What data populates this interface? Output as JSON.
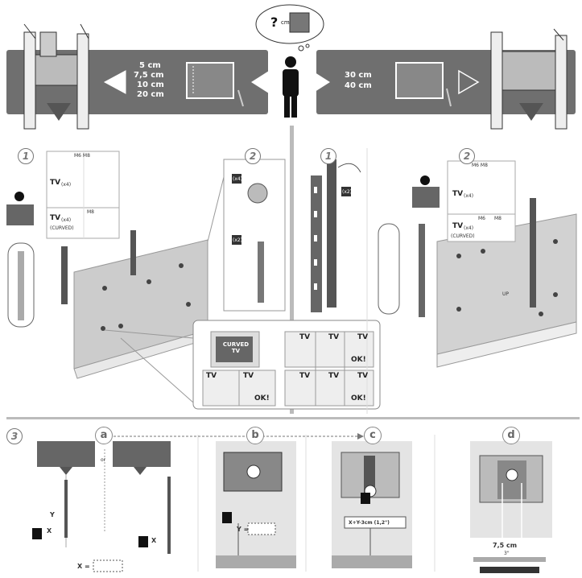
{
  "top": {
    "left_sizes": [
      "5 cm",
      "7,5 cm",
      "10 cm",
      "20 cm"
    ],
    "right_sizes": [
      "30 cm",
      "40 cm"
    ],
    "bubble_q": "?",
    "bubble_cm": "cm"
  },
  "steps": {
    "s1": "1",
    "s2": "2",
    "s3": "3"
  },
  "left_panel": {
    "col_a": "M6 M8",
    "col_b": "M8",
    "tv_label": "TV",
    "tv_x4": "(x4)",
    "tv_x4b": "(x4)",
    "tv_label_b": "TV",
    "tv_curved": "(CURVED)",
    "x4_tag": "(x4)",
    "x2_tag": "(x2)",
    "curved_tv": "CURVED TV",
    "ok1": "OK!",
    "ok2": "OK!",
    "ok3": "OK!",
    "tv_box": [
      "TV",
      "TV",
      "TV",
      "TV",
      "TV",
      "TV",
      "TV",
      "TV"
    ]
  },
  "right_panel": {
    "col_a": "M6 M8",
    "col_b": "M6",
    "col_c": "M8",
    "tv_label": "TV",
    "tv_x4": "(x4)",
    "tv_label_b": "TV",
    "tv_x4b": "(x4)",
    "tv_curved": "(CURVED)",
    "x2_tag": "(x2)",
    "up": "UP"
  },
  "bottom": {
    "letters": [
      "a",
      "b",
      "c",
      "d"
    ],
    "x_eq": "X =",
    "y_eq": "Y =",
    "x_label": "X",
    "y_label": "Y",
    "formula": "X+Y-3cm (1,2\")",
    "dim": "7,5 cm",
    "dim_in": "3\"",
    "or": "or",
    "cm": "cm",
    "in": "3\""
  }
}
